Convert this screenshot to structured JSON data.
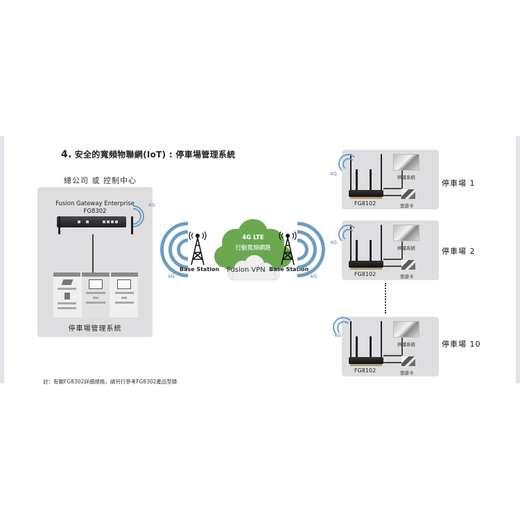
{
  "page": {
    "section_number": "4.",
    "section_title": "安全的寬頻物聯網(IoT) : 停車場管理系統"
  },
  "headquarters": {
    "label": "總公司 或 控制中心",
    "device_name": "Fusion Gateway Enterprise",
    "device_model": "FG8302",
    "signal_label": "4G",
    "system_label": "停車場管理系統"
  },
  "network": {
    "left_signal_label": "4G",
    "right_signal_label": "4G",
    "left_station_label": "Base Station",
    "right_station_label": "Base Station",
    "cloud_line1": "4G LTE",
    "cloud_line2": "行動寬頻網路",
    "vpn_label": "Fusion VPN"
  },
  "sites": [
    {
      "name": "停車場 1",
      "device_model": "FG8102",
      "signal_label": "4G",
      "recognition_label": "辨識系統",
      "card_label": "悠遊卡"
    },
    {
      "name": "停車場 2",
      "device_model": "FG8102",
      "signal_label": "4G",
      "recognition_label": "辨識系統",
      "card_label": "悠遊卡"
    },
    {
      "name": "停車場 10",
      "device_model": "FG8102",
      "signal_label": "4G",
      "recognition_label": "辨識系統",
      "card_label": "悠遊卡"
    }
  ],
  "footnote": "註：有關FG8302詳細規格，請另行參考FG8302產品型錄",
  "colors": {
    "cloud_green": "#6aa84f",
    "signal_blue": "#6b9dc4",
    "panel_gray": "#dedee0"
  }
}
